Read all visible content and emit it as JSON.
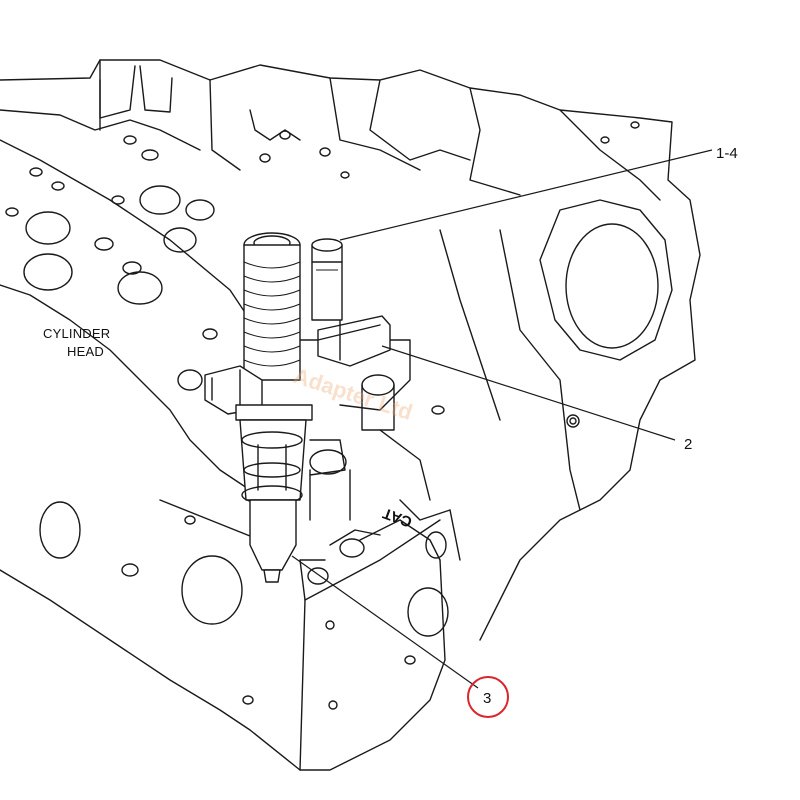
{
  "callouts": [
    {
      "id": "1-4",
      "label": "1-4",
      "highlighted": false
    },
    {
      "id": "2",
      "label": "2",
      "highlighted": false
    },
    {
      "id": "3",
      "label": "3",
      "highlighted": true
    }
  ],
  "part_labels": {
    "cylinder_head_line1": "CYLINDER",
    "cylinder_head_line2": "HEAD",
    "stamp": "CAT"
  },
  "watermark": "Adapter Ltd",
  "colors": {
    "line": "#1a1a1a",
    "background": "#ffffff",
    "highlight_circle": "#d9262c",
    "watermark": "#f0a870"
  }
}
